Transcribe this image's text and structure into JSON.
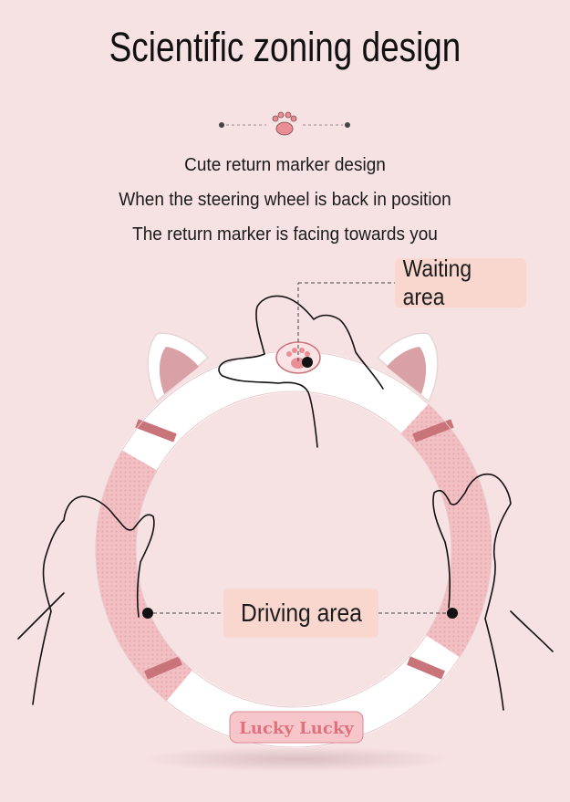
{
  "header": {
    "title": "Scientific zoning design"
  },
  "description": {
    "line1": "Cute return marker design",
    "line2": "When the steering wheel is back in position",
    "line3": "The return marker is facing towards you"
  },
  "callouts": {
    "waiting_area": "Waiting area",
    "driving_area": "Driving area"
  },
  "product": {
    "logo_text": "Lucky Lucky",
    "colors": {
      "background": "#f6e1e3",
      "wheel_pink": "#f2c0c3",
      "wheel_white": "#ffffff",
      "accent_dark_pink": "#c9737a",
      "label_bg": "#f9d7cf"
    }
  }
}
